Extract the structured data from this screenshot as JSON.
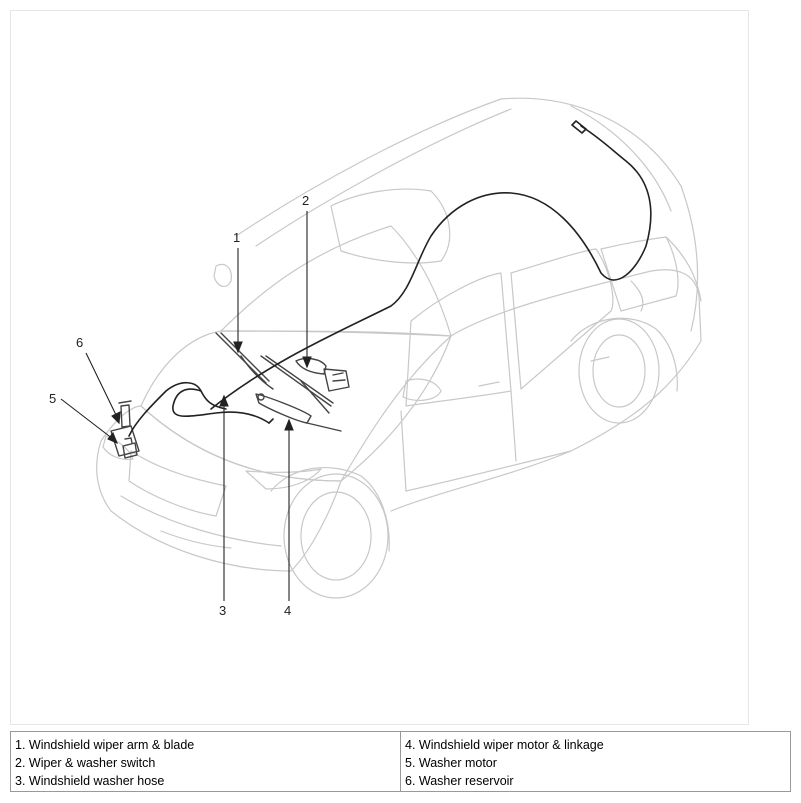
{
  "callouts": [
    "1",
    "2",
    "3",
    "4",
    "5",
    "6"
  ],
  "legend": {
    "left": [
      "1. Windshield wiper arm & blade",
      "2. Wiper & washer switch",
      "3. Windshield washer hose"
    ],
    "right": [
      "4. Windshield wiper motor & linkage",
      "5. Washer motor",
      "6. Washer reservoir"
    ]
  },
  "colors": {
    "outline": "#c8c8c8",
    "component": "#444444",
    "hose": "#222222",
    "border": "#999999"
  }
}
